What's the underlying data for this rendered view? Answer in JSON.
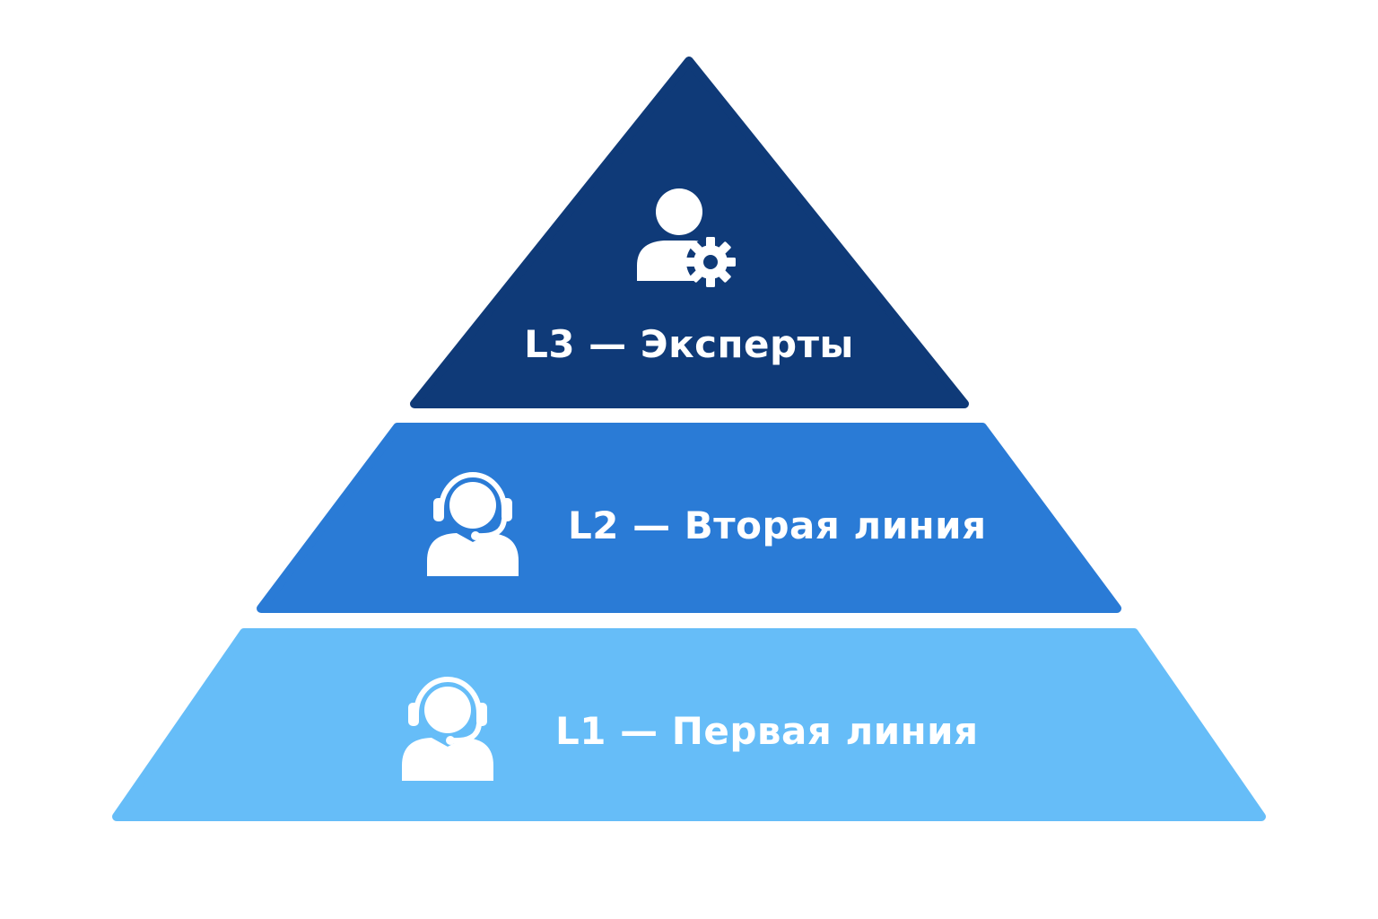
{
  "pyramid": {
    "tiers": [
      {
        "label": "L3 — Эксперты",
        "icon": "user-gear-icon",
        "color": "#0f3a78"
      },
      {
        "label": "L2 — Вторая линия",
        "icon": "headset-agent-icon",
        "color": "#2a7bd6"
      },
      {
        "label": "L1 — Первая линия",
        "icon": "headset-agent-icon",
        "color": "#66bdf8"
      }
    ]
  }
}
